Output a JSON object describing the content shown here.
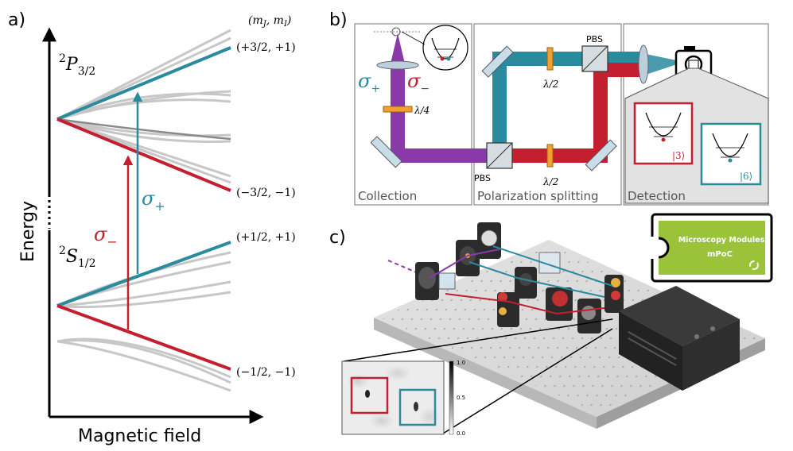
{
  "colors": {
    "teal": "#2a8a9e",
    "red": "#c41f2e",
    "purple": "#8a3aa8",
    "grey_line": "#c7c7c7",
    "orange": "#f0a030",
    "module_green": "#9bc33a"
  },
  "panel_a": {
    "label": "a)",
    "y_axis": "Energy",
    "x_axis": "Magnetic field",
    "header": "(m_J, m_I)",
    "state_upper": "²P_{3/2}",
    "state_lower": "²S_{1/2}",
    "sigma_plus": "σ+",
    "sigma_minus": "σ−",
    "levels": [
      {
        "name": "p-top",
        "label": "(+3/2, +1)"
      },
      {
        "name": "p-bottom",
        "label": "(−3/2, −1)"
      },
      {
        "name": "s-top",
        "label": "(+1/2, +1)"
      },
      {
        "name": "s-bottom",
        "label": "(−1/2, −1)"
      }
    ]
  },
  "panel_b": {
    "label": "b)",
    "sections": [
      "Collection",
      "Polarization splitting",
      "Detection"
    ],
    "pbs": "PBS",
    "half_wave": "λ/2",
    "quarter_wave": "λ/4",
    "sigma_plus": "σ+",
    "sigma_minus": "σ−",
    "ket_red": "|3⟩",
    "ket_teal": "|6⟩"
  },
  "panel_c": {
    "label": "c)",
    "module_line1": "Microscopy Modules",
    "module_line2": "mPoC",
    "colorbar_ticks": [
      "1.0",
      "0.5",
      "0.0"
    ]
  }
}
